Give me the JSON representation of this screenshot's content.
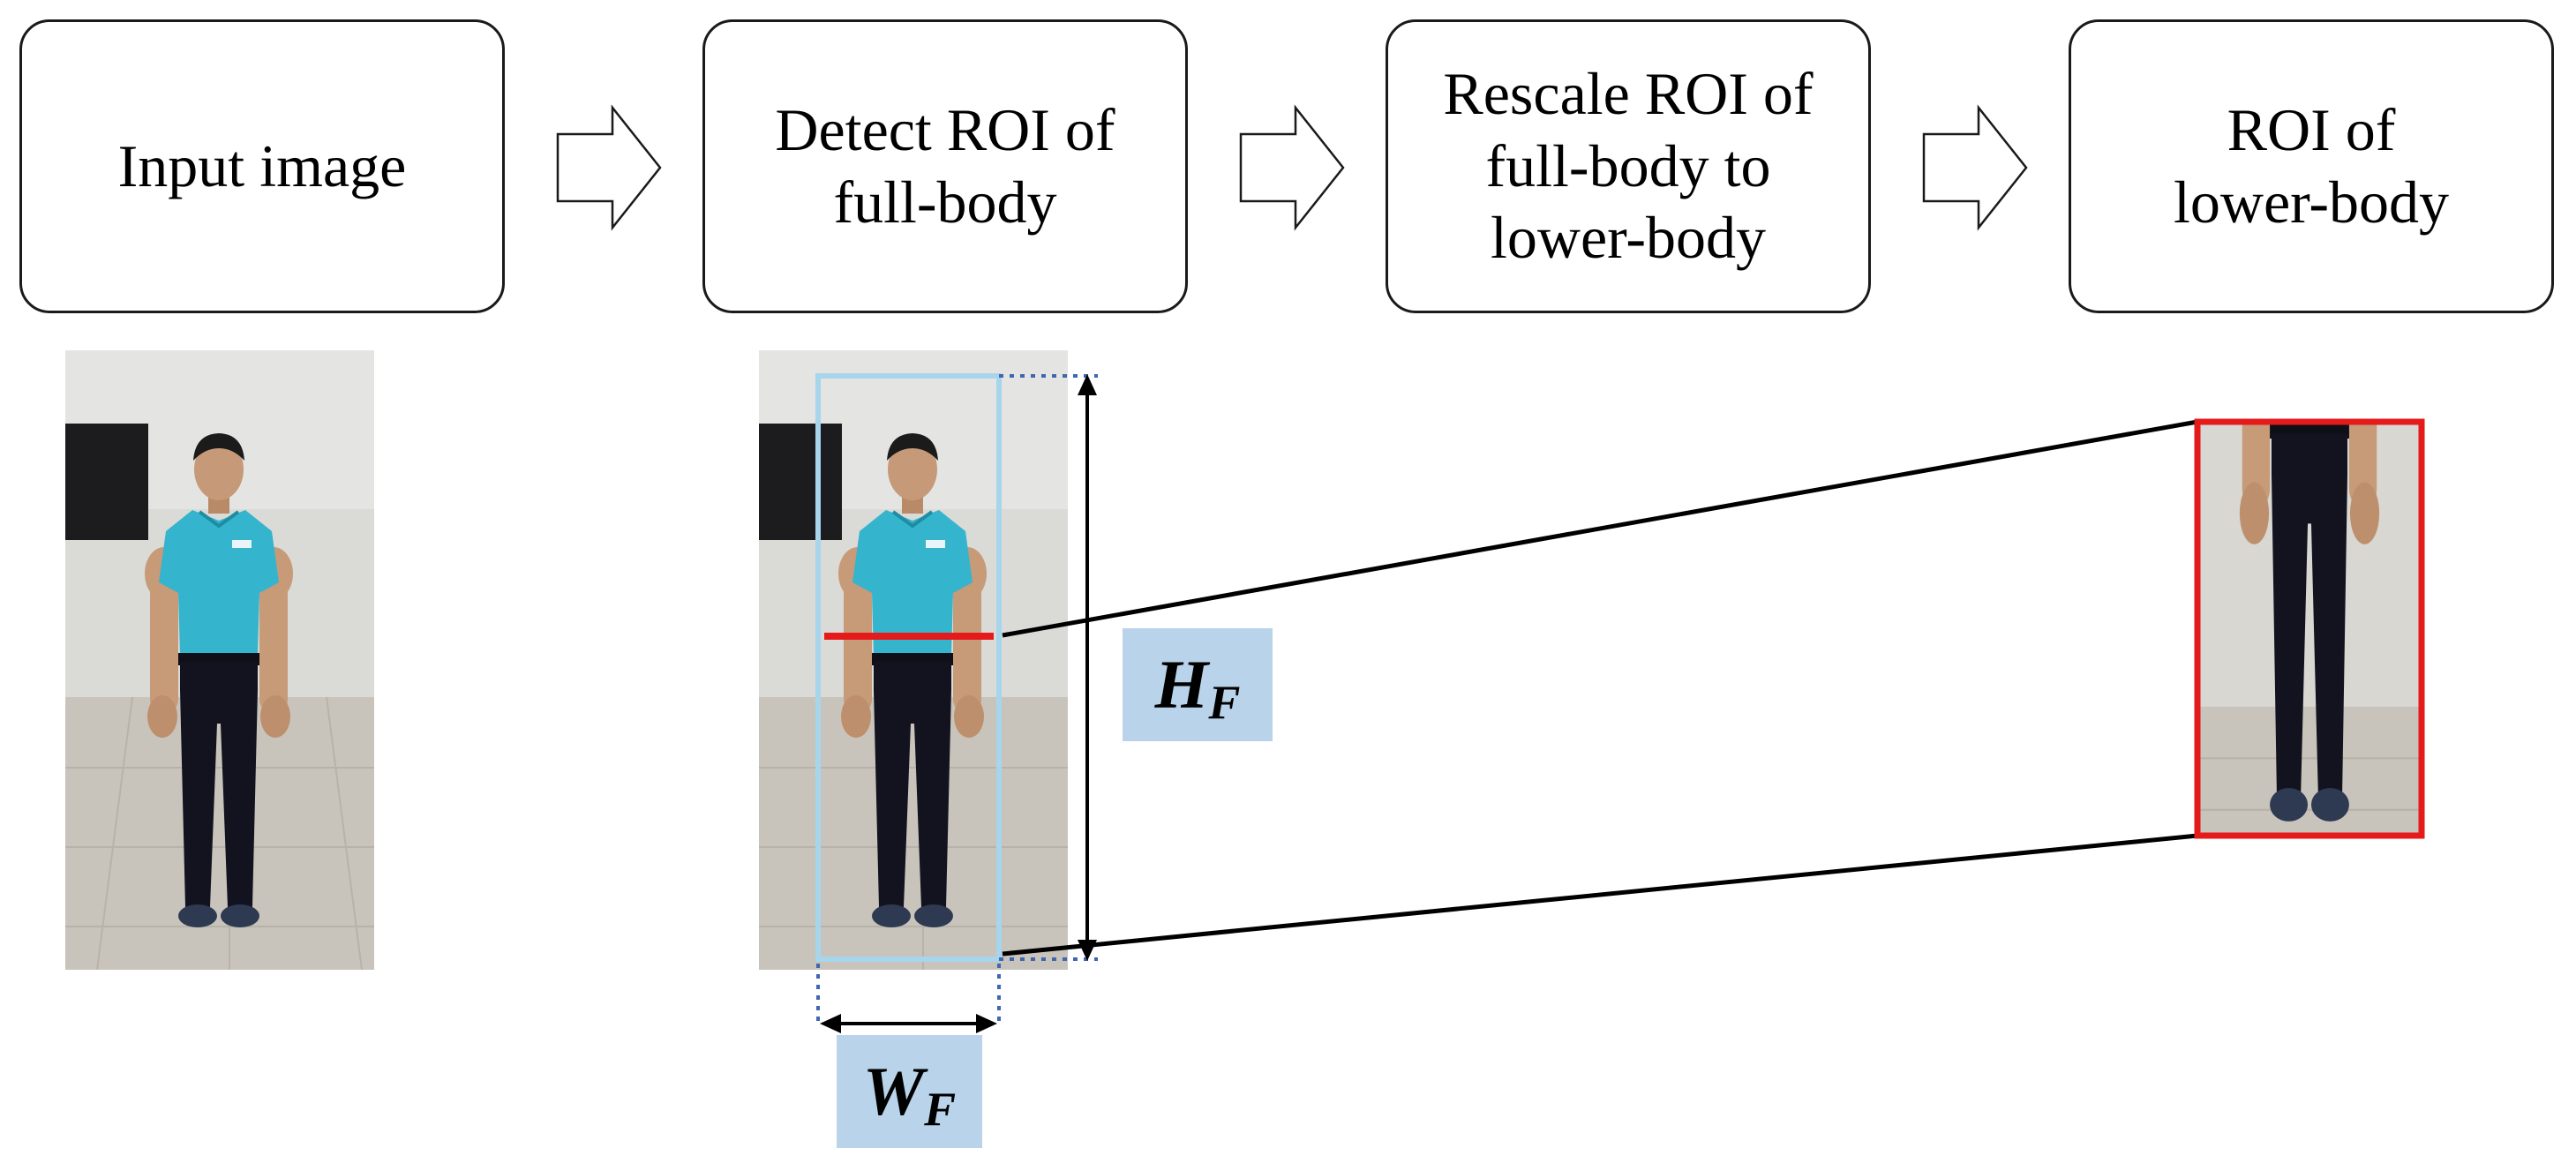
{
  "steps": [
    {
      "label": "Input image"
    },
    {
      "label": "Detect ROI of\nfull-body"
    },
    {
      "label": "Rescale ROI of\nfull-body to\nlower-body"
    },
    {
      "label": "ROI of\nlower-body"
    }
  ],
  "dimensions": {
    "height": {
      "main": "H",
      "sub": "F"
    },
    "width": {
      "main": "W",
      "sub": "F"
    }
  },
  "colors": {
    "fullbody_roi": "#a6d5ec",
    "lowerbody_roi": "#e51a1a",
    "waist_line": "#e51a1a",
    "label_bg": "#b8d3ea",
    "shirt": "#35b4cd",
    "pants": "#12131f"
  }
}
